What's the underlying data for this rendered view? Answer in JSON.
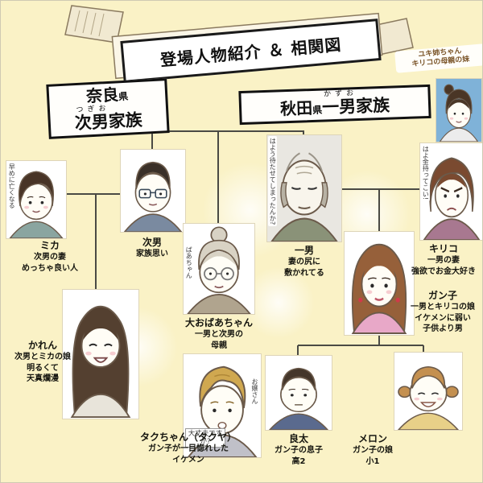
{
  "banner": {
    "title": "登場人物紹介 ＆ 相関図"
  },
  "colors": {
    "background": "#FAF2C6",
    "yuki_panel": "#7FB2D8",
    "label_border": "#111111"
  },
  "families": {
    "left": {
      "prefecture": "奈良",
      "ken": "県",
      "ruby": "つぎお",
      "name_main": "次男",
      "name_rest": "家族"
    },
    "right": {
      "prefecture": "秋田",
      "ken": "県",
      "ruby": "かずお",
      "name_main": "一男",
      "name_rest": "家族"
    }
  },
  "yuki": {
    "note_line1": "ユキ姉ちゃん",
    "note_line2": "キリコの母親の妹"
  },
  "characters": [
    {
      "name": "ミカ",
      "desc": [
        "次男の妻",
        "めっちゃ良い人"
      ],
      "bubble": "早めに亡くなる"
    },
    {
      "name": "次男",
      "desc": [
        "家族思い"
      ]
    },
    {
      "name": "大おばあちゃん",
      "desc": [
        "一男と次男の",
        "母親"
      ],
      "tag": "ばあちゃん"
    },
    {
      "name": "一男",
      "desc": [
        "妻の尻に",
        "敷かれてる"
      ],
      "bubble": "はよう待たせてしまったんか?"
    },
    {
      "name": "キリコ",
      "desc": [
        "一男の妻",
        "強欲でお金大好き"
      ],
      "bubble": "はよ金持ってこい!"
    },
    {
      "name": "ガン子",
      "desc": [
        "一男とキリコの娘",
        "イケメンに弱い",
        "子供より男"
      ]
    },
    {
      "name": "かれん",
      "desc": [
        "次男とミカの娘",
        "明るくて",
        "天真爛漫"
      ]
    },
    {
      "name": "タクちゃん（タクヤ）",
      "desc": [
        "ガン子が一目惚れした",
        "イケメン"
      ],
      "bubble": "大丈夫ですか?",
      "tag": "お嬢さん"
    },
    {
      "name": "良太",
      "desc": [
        "ガン子の息子",
        "高2"
      ]
    },
    {
      "name": "メロン",
      "desc": [
        "ガン子の娘",
        "小1"
      ]
    }
  ]
}
